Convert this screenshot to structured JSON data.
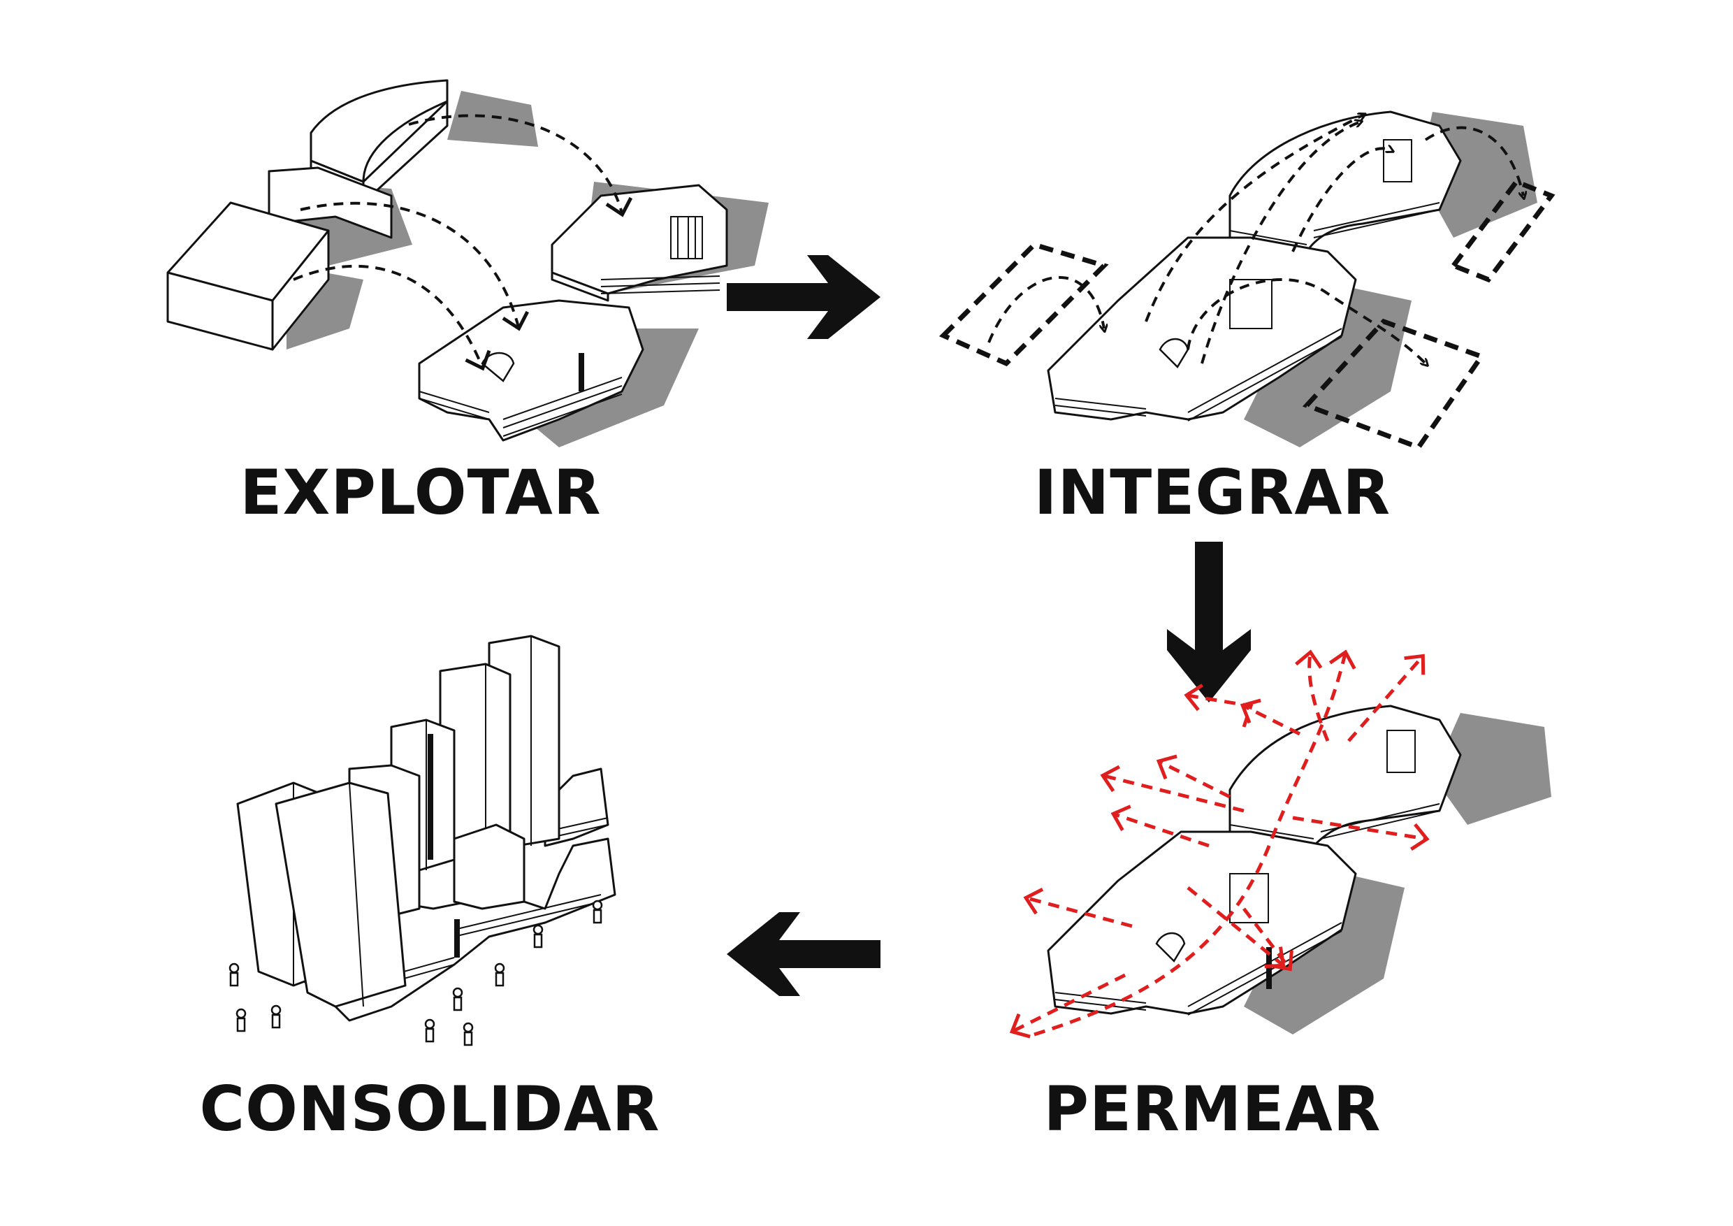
{
  "labels": {
    "explotar": "EXPLOTAR",
    "integrar": "INTEGRAR",
    "permear": "PERMEAR",
    "consolidar": "CONSOLIDAR"
  },
  "colors": {
    "ink": "#111111",
    "shadow": "#8e8e8e",
    "flow_accent": "#e01e1e",
    "background": "#ffffff"
  },
  "flow_arrows": [
    "right-arrow",
    "down-arrow",
    "left-arrow"
  ]
}
